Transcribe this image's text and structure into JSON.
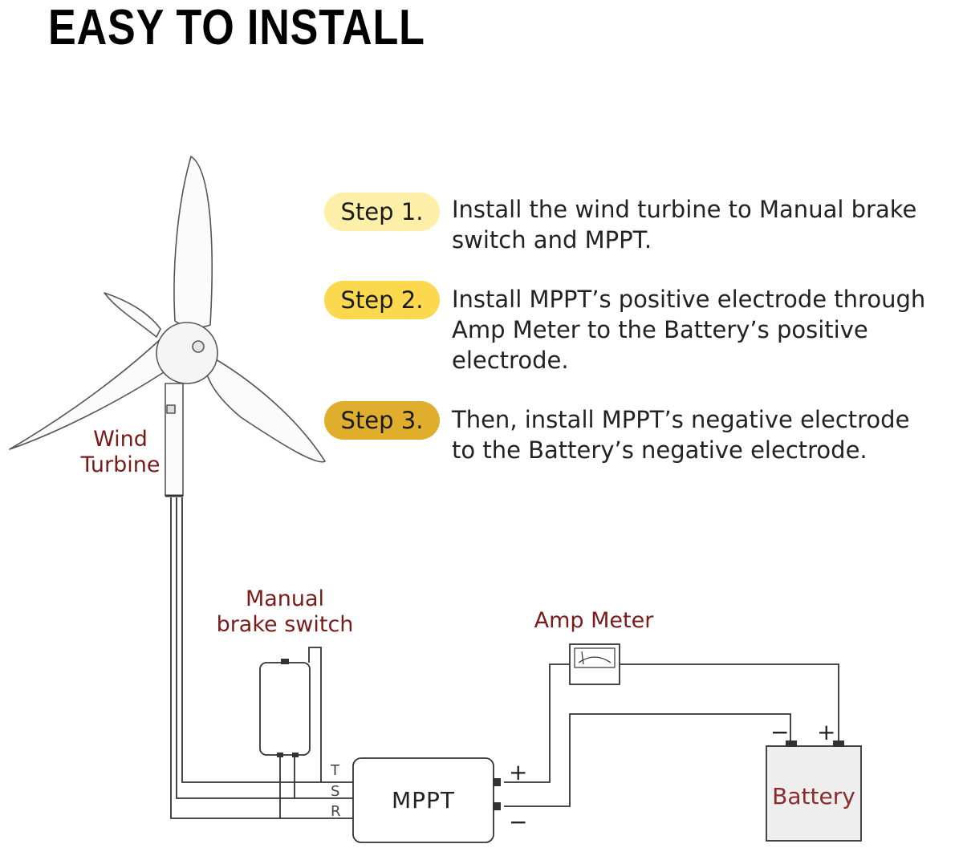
{
  "title": "EASY TO INSTALL",
  "steps": [
    {
      "label": "Step 1.",
      "lines": [
        "Install the wind turbine to Manual brake",
        "switch and MPPT."
      ],
      "color": "#fdeea8"
    },
    {
      "label": "Step 2.",
      "lines": [
        "Install MPPT’s positive electrode through",
        "Amp Meter to the Battery’s positive",
        "electrode."
      ],
      "color": "#fbd84e"
    },
    {
      "label": "Step 3.",
      "lines": [
        "Then, install MPPT’s negative electrode",
        "to the Battery’s negative electrode."
      ],
      "color": "#dfae2c"
    }
  ],
  "components": {
    "wind_turbine": [
      "Wind",
      "Turbine"
    ],
    "brake_switch": [
      "Manual",
      "brake switch"
    ],
    "amp_meter": "Amp Meter",
    "mppt": "MPPT",
    "battery": "Battery"
  },
  "terminals": {
    "t": "T",
    "s": "S",
    "r": "R",
    "plus": "+",
    "minus": "−"
  },
  "colors": {
    "label_text": "#7a1a1a",
    "wire": "#333333"
  }
}
